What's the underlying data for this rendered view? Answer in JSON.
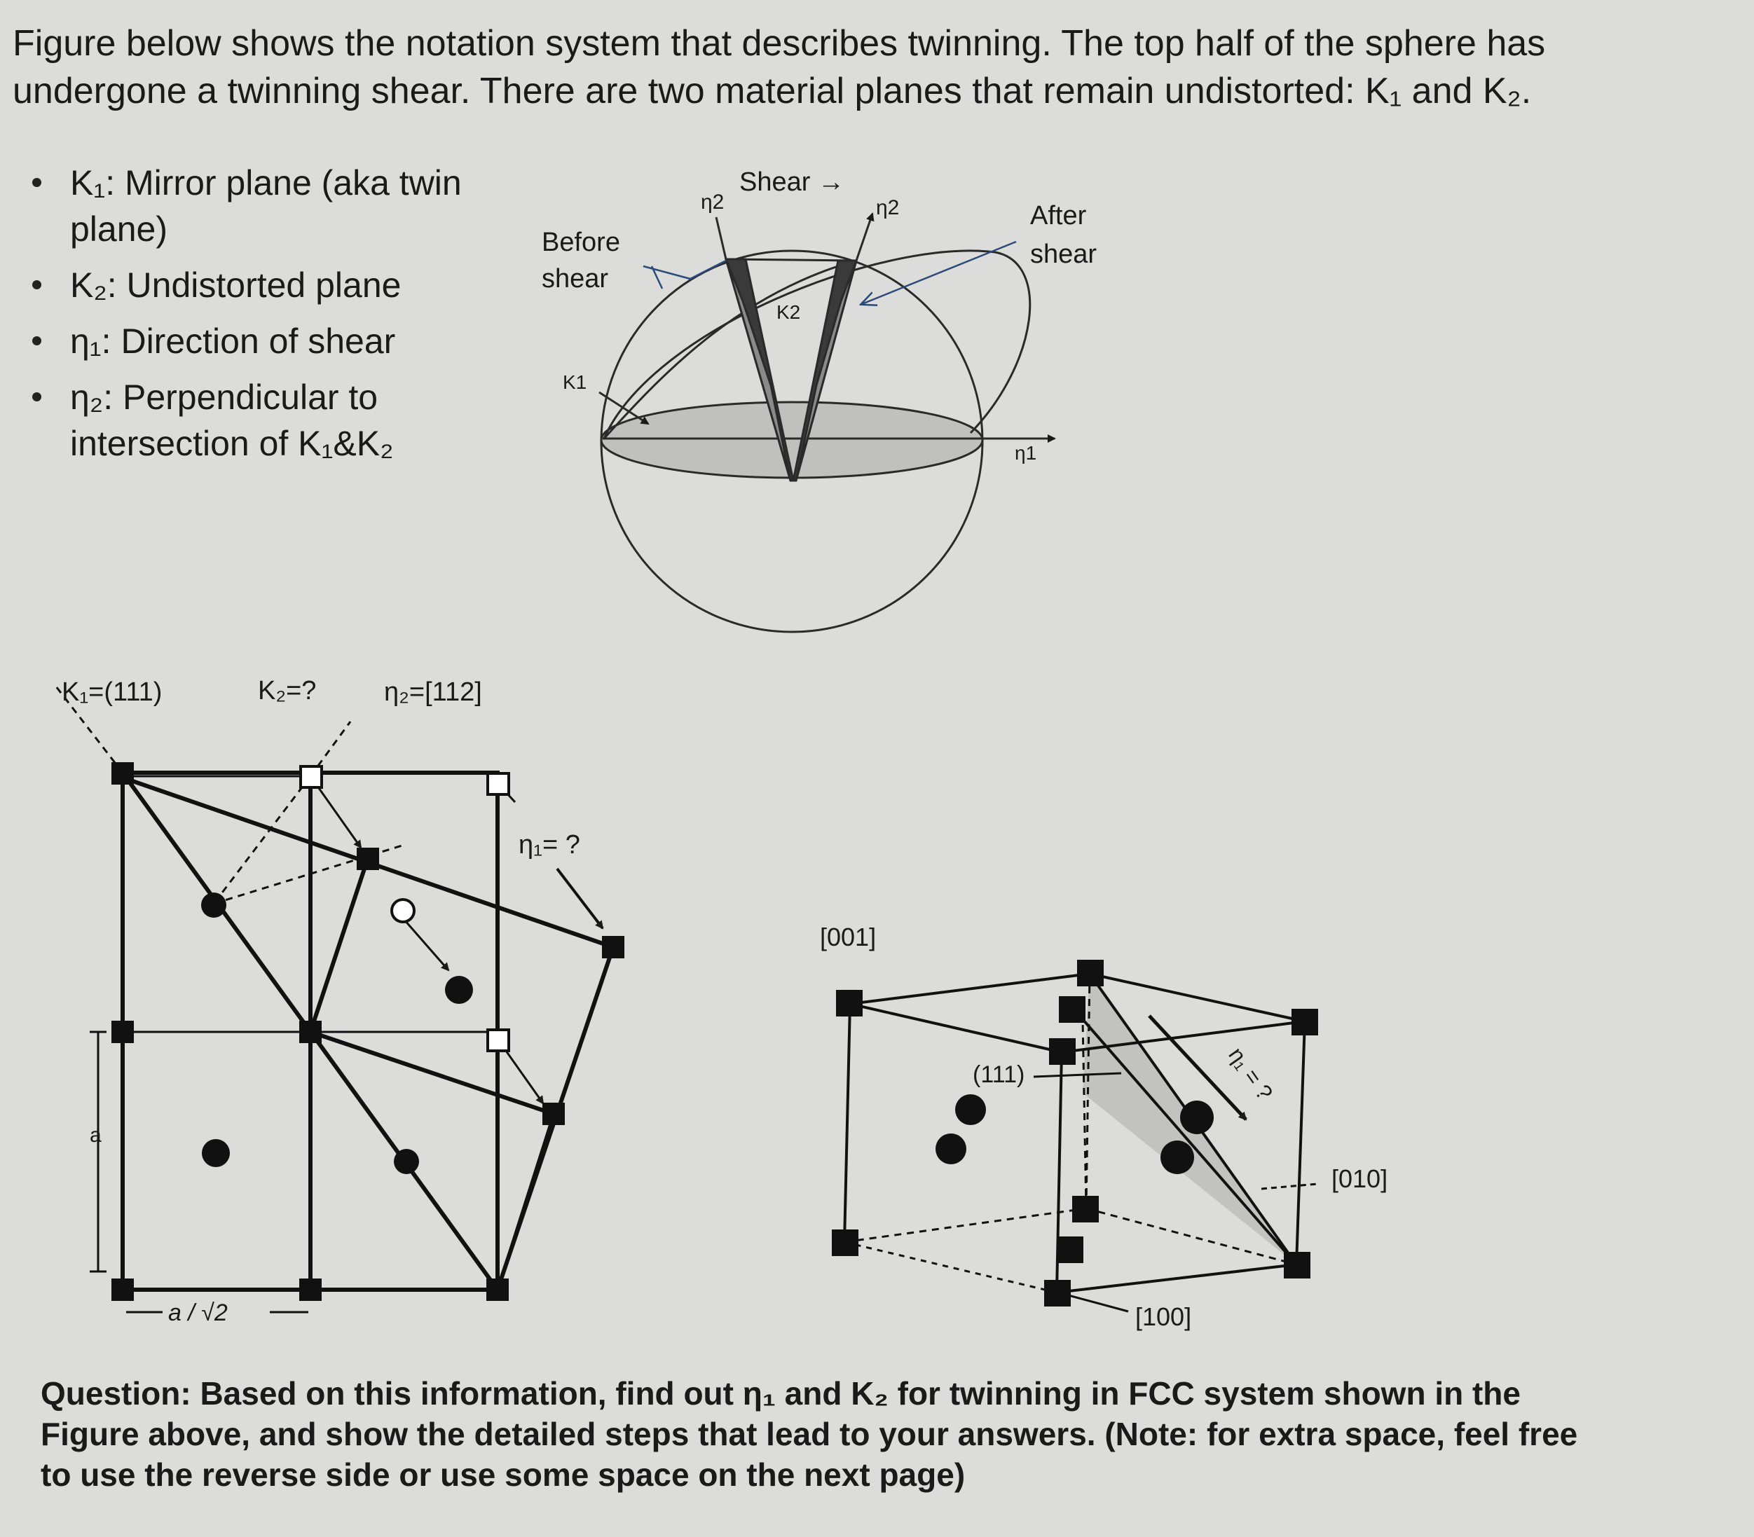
{
  "intro": "Figure below shows the notation system that describes twinning. The top half of the sphere has undergone a twinning shear. There are two material planes that remain undistorted: K₁ and K₂.",
  "bullets": [
    "K₁: Mirror plane (aka twin plane)",
    "K₂: Undistorted plane",
    "η₁: Direction of shear",
    "η₂: Perpendicular to intersection of K₁&K₂"
  ],
  "sphere": {
    "before_shear_line1": "Before",
    "before_shear_line2": "shear",
    "after_shear_line1": "After",
    "after_shear_line2": "shear",
    "shear": "Shear →",
    "eta2_left": "η2",
    "eta2_right": "η2",
    "k2": "K2",
    "k1": "K1",
    "eta1": "η1"
  },
  "lattice": {
    "k1": "K₁=(111)",
    "k2": "K₂=?",
    "eta2": "η₂=[112]",
    "eta1": "η₁= ?",
    "a": "a",
    "a_root2": "a / √2"
  },
  "cube": {
    "axis_001": "[001]",
    "axis_010": "[010]",
    "axis_100": "[100]",
    "plane_111": "(111)",
    "eta1": "η₁ = ?"
  },
  "question": "Question: Based on this information, find out η₁ and K₂ for twinning in FCC system shown in the Figure above, and show the detailed steps that lead to your answers. (Note: for extra space, feel free to use the reverse side or use some space on the next page)"
}
